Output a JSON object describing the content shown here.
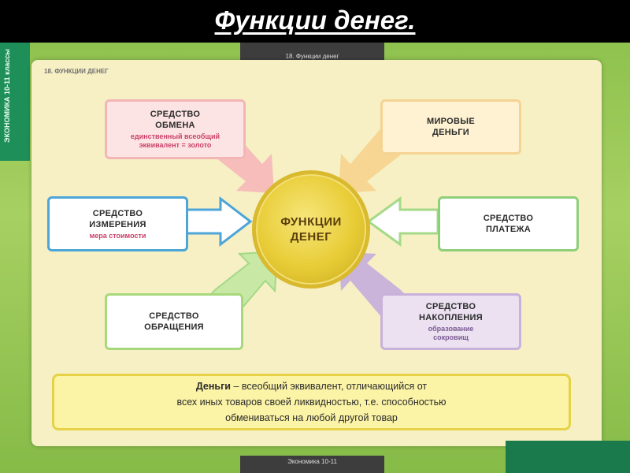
{
  "slide": {
    "title": "Функции денег."
  },
  "poster": {
    "side_label": "ЭКОНОМИКА\n10-11 классы",
    "header_tab": "18. Функции денег",
    "panel_title": "18. ФУНКЦИИ ДЕНЕГ",
    "footer_tab": "Экономика 10-11"
  },
  "center": {
    "line1": "ФУНКЦИИ",
    "line2": "ДЕНЕГ"
  },
  "boxes": {
    "exchange": {
      "title": "СРЕДСТВО\nОБМЕНА",
      "note": "единственный всеобщий\nэквивалент = золото"
    },
    "world": {
      "title": "МИРОВЫЕ\nДЕНЬГИ"
    },
    "measure": {
      "title": "СРЕДСТВО\nИЗМЕРЕНИЯ",
      "note": "мера стоимости"
    },
    "payment": {
      "title": "СРЕДСТВО\nПЛАТЕЖА"
    },
    "circulation": {
      "title": "СРЕДСТВО\nОБРАЩЕНИЯ"
    },
    "accumulation": {
      "title": "СРЕДСТВО\nНАКОПЛЕНИЯ",
      "note": "образование\nсокровищ"
    }
  },
  "definition": {
    "term": "Деньги",
    "line1_rest": " – всеобщий эквивалент, отличающийся от",
    "line2": "всех иных товаров своей ликвидностью, т.е. способностью",
    "line3": "обмениваться на любой другой товар"
  },
  "colors": {
    "arrow_pink": "#f6b9b9",
    "arrow_orange": "#f6d48f",
    "arrow_blue": "#4da5d8",
    "arrow_green": "#a5d987",
    "arrow_purple": "#c7b0db"
  }
}
